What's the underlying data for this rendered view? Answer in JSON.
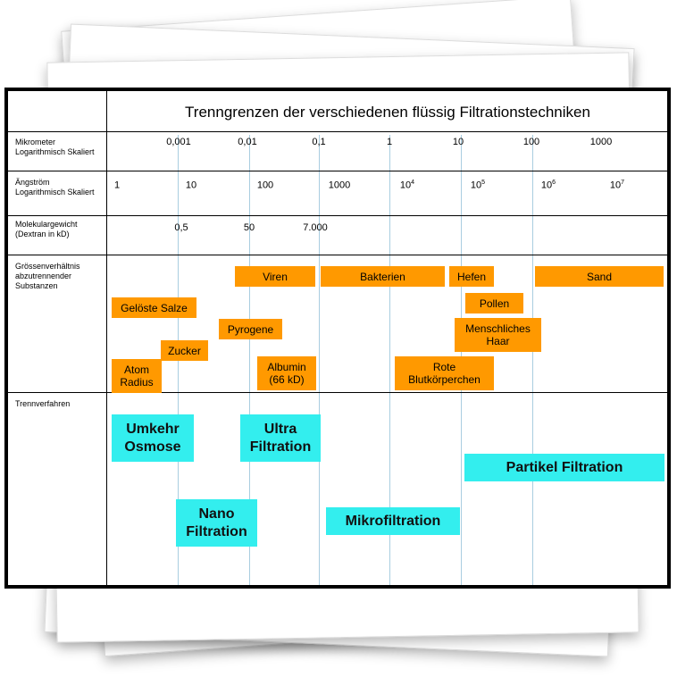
{
  "title": "Trenngrenzen der verschiedenen flüssig Filtrationstechniken",
  "rows": {
    "mikrometer": "Mikrometer Logarithmisch Skaliert",
    "angstroem": "Ängström Logarithmisch Skaliert",
    "molekular": "Molekulargewicht (Dextran in kD)",
    "groessen": "Grössenverhältnis abzutrennender Substanzen",
    "trenn": "Trennverfahren"
  },
  "scales": {
    "mikrometer": [
      "0,001",
      "0,01",
      "0,1",
      "1",
      "10",
      "100",
      "1000"
    ],
    "angstroem": [
      {
        "base": "1",
        "exp": ""
      },
      {
        "base": "10",
        "exp": ""
      },
      {
        "base": "100",
        "exp": ""
      },
      {
        "base": "1000",
        "exp": ""
      },
      {
        "base": "10",
        "exp": "4"
      },
      {
        "base": "10",
        "exp": "5"
      },
      {
        "base": "10",
        "exp": "6"
      },
      {
        "base": "10",
        "exp": "7"
      }
    ],
    "molekular": [
      "0,5",
      "50",
      "7.000"
    ]
  },
  "substances": {
    "viren": "Viren",
    "bakterien": "Bakterien",
    "hefen": "Hefen",
    "sand": "Sand",
    "salze": "Gelöste Salze",
    "pollen": "Pollen",
    "pyrogene": "Pyrogene",
    "haar": "Menschliches Haar",
    "zucker": "Zucker",
    "atom": "Atom Radius",
    "albumin": "Albumin (66 kD)",
    "blut": "Rote Blutkörperchen"
  },
  "processes": {
    "umkehr": "Umkehr Osmose",
    "ultra": "Ultra Filtration",
    "partikel": "Partikel Filtration",
    "nano": "Nano Filtration",
    "mikro": "Mikrofiltration"
  },
  "colors": {
    "substance_box": "#ff9900",
    "process_box": "#33eeee",
    "gridline": "#a9cde0"
  }
}
